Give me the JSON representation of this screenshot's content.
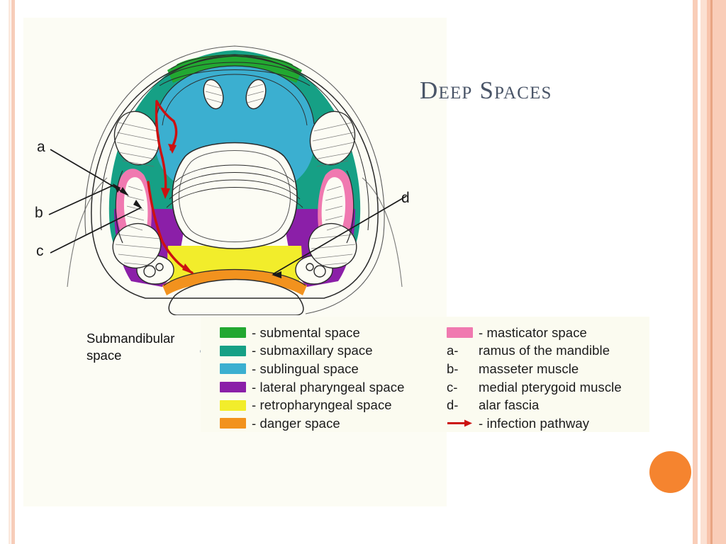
{
  "slide": {
    "title": "Deep Spaces",
    "background_color": "#ffffff",
    "image_panel_color": "#fcfcf4",
    "title_color": "#4a5568"
  },
  "decor": {
    "orange_circle_color": "#f5842f",
    "stripe_color_light": "#fbe0d2",
    "stripe_color_mid": "#f9cdb8",
    "stripe_color_dark": "#e8a583",
    "left_stripe_color": "#f7cdb9"
  },
  "callout": {
    "label_line1": "Submandibular",
    "label_line2": "space",
    "brace_color": "#1f3864"
  },
  "anatomy_labels": [
    {
      "key": "a",
      "name": "label-a"
    },
    {
      "key": "b",
      "name": "label-b"
    },
    {
      "key": "c",
      "name": "label-c"
    },
    {
      "key": "d",
      "name": "label-d"
    }
  ],
  "legend": {
    "left_column": [
      {
        "swatch": "#22a831",
        "text": "- submental space"
      },
      {
        "swatch": "#16a085",
        "text": "- submaxillary space"
      },
      {
        "swatch": "#3bafd0",
        "text": "- sublingual space"
      },
      {
        "swatch": "#8b1fa8",
        "text": "- lateral pharyngeal space"
      },
      {
        "swatch": "#f2ed2b",
        "text": "- retropharyngeal space"
      },
      {
        "swatch": "#f2921e",
        "text": "- danger space"
      }
    ],
    "right_column": [
      {
        "type": "swatch",
        "swatch": "#f079b0",
        "key": "",
        "text": "- masticator space"
      },
      {
        "type": "key",
        "swatch": "",
        "key": "a-",
        "text": "ramus of the mandible"
      },
      {
        "type": "key",
        "swatch": "",
        "key": "b-",
        "text": "masseter muscle"
      },
      {
        "type": "key",
        "swatch": "",
        "key": "c-",
        "text": "medial pterygoid muscle"
      },
      {
        "type": "key",
        "swatch": "",
        "key": "d-",
        "text": "alar fascia"
      },
      {
        "type": "arrow",
        "swatch": "#cc1111",
        "key": "",
        "text": "- infection pathway"
      }
    ]
  },
  "anatomy_colors": {
    "submental": "#22a831",
    "submaxillary": "#16a085",
    "sublingual": "#3bafd0",
    "lateral_pharyngeal": "#8b1fa8",
    "retropharyngeal": "#f2ed2b",
    "danger": "#f2921e",
    "masticator": "#f079b0",
    "infection_arrow": "#cc1111",
    "outline": "#1a1a1a"
  }
}
